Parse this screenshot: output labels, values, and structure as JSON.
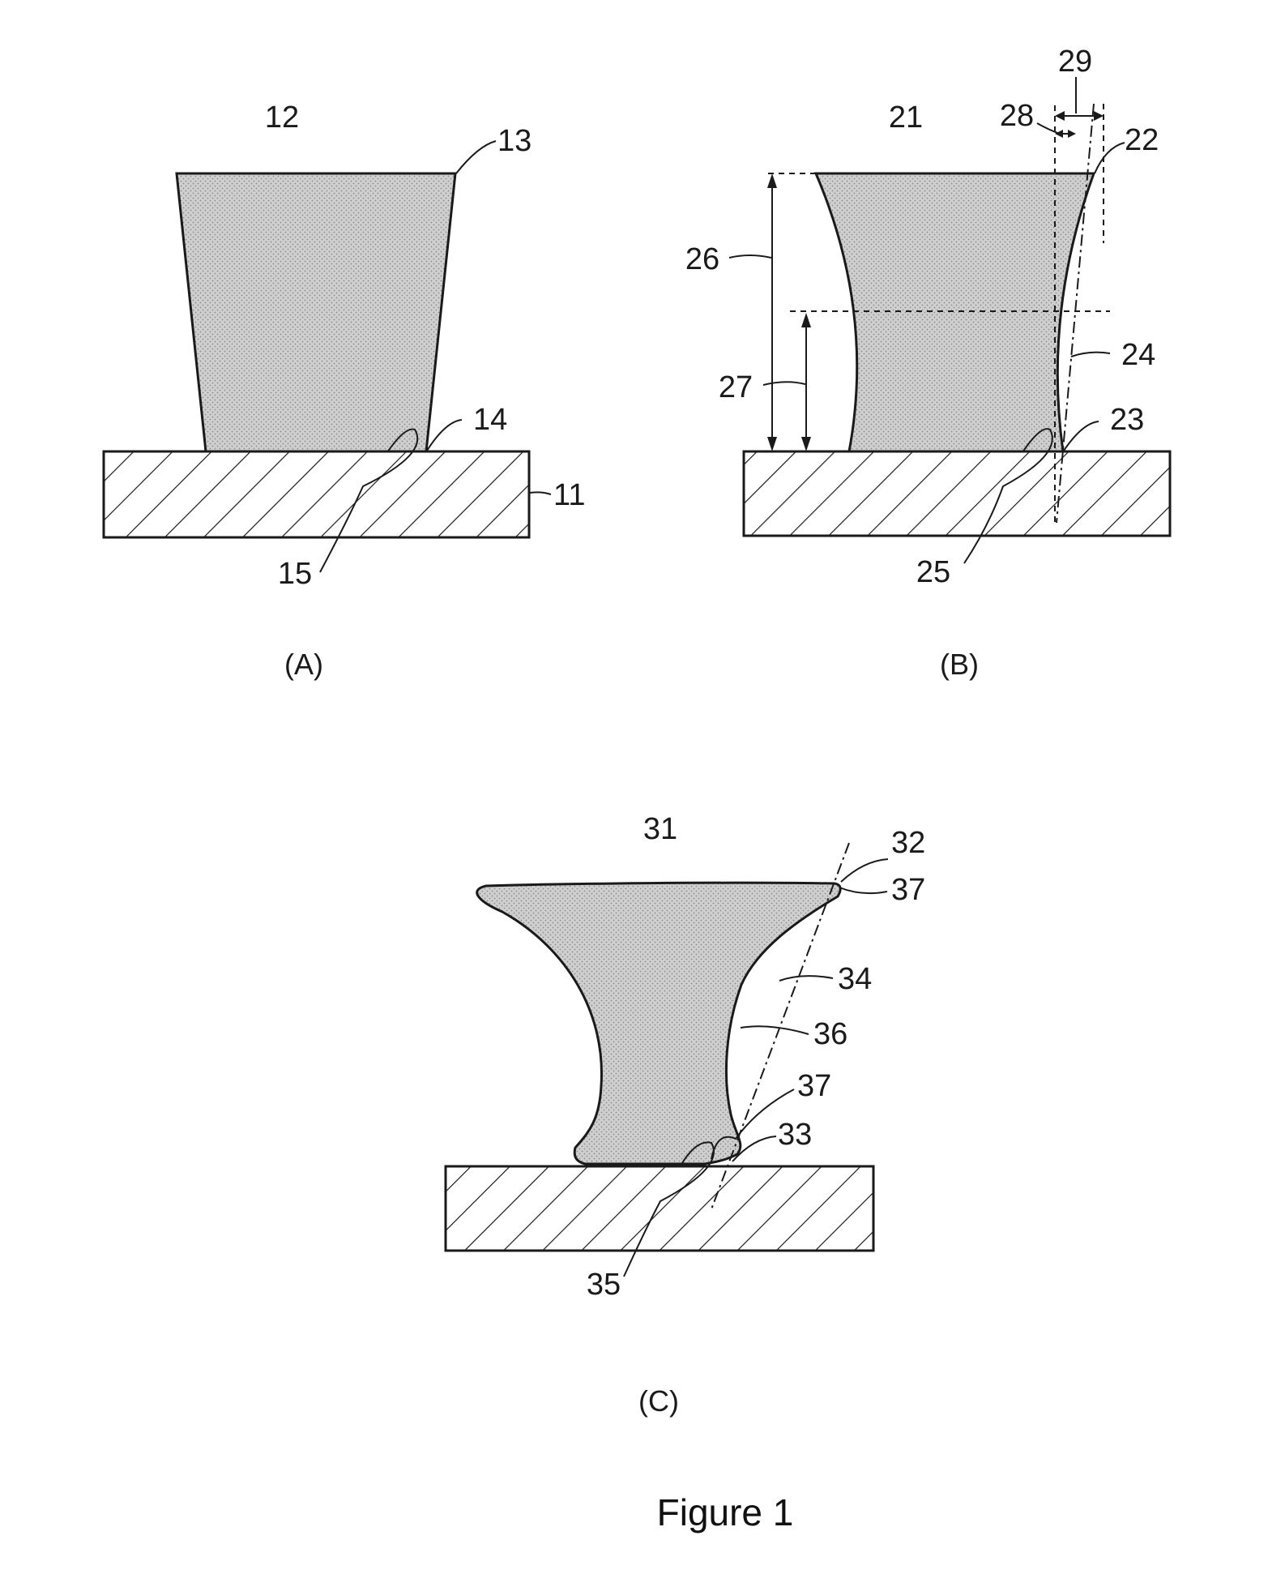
{
  "figure_caption": "Figure 1",
  "colors": {
    "stipple_fill": "#cfcfcf",
    "stipple_dot": "#8a8a8a",
    "line": "#1a1a1a",
    "hatch": "#1a1a1a"
  },
  "panel_a": {
    "label": "(A)",
    "refs": {
      "r12": "12",
      "r13": "13",
      "r14": "14",
      "r11": "11",
      "r15": "15"
    }
  },
  "panel_b": {
    "label": "(B)",
    "refs": {
      "r21": "21",
      "r22": "22",
      "r23": "23",
      "r24": "24",
      "r25": "25",
      "r26": "26",
      "r27": "27",
      "r28": "28",
      "r29": "29"
    }
  },
  "panel_c": {
    "label": "(C)",
    "refs": {
      "r31": "31",
      "r32": "32",
      "r37a": "37",
      "r34": "34",
      "r36": "36",
      "r37b": "37",
      "r33": "33",
      "r35": "35"
    }
  }
}
